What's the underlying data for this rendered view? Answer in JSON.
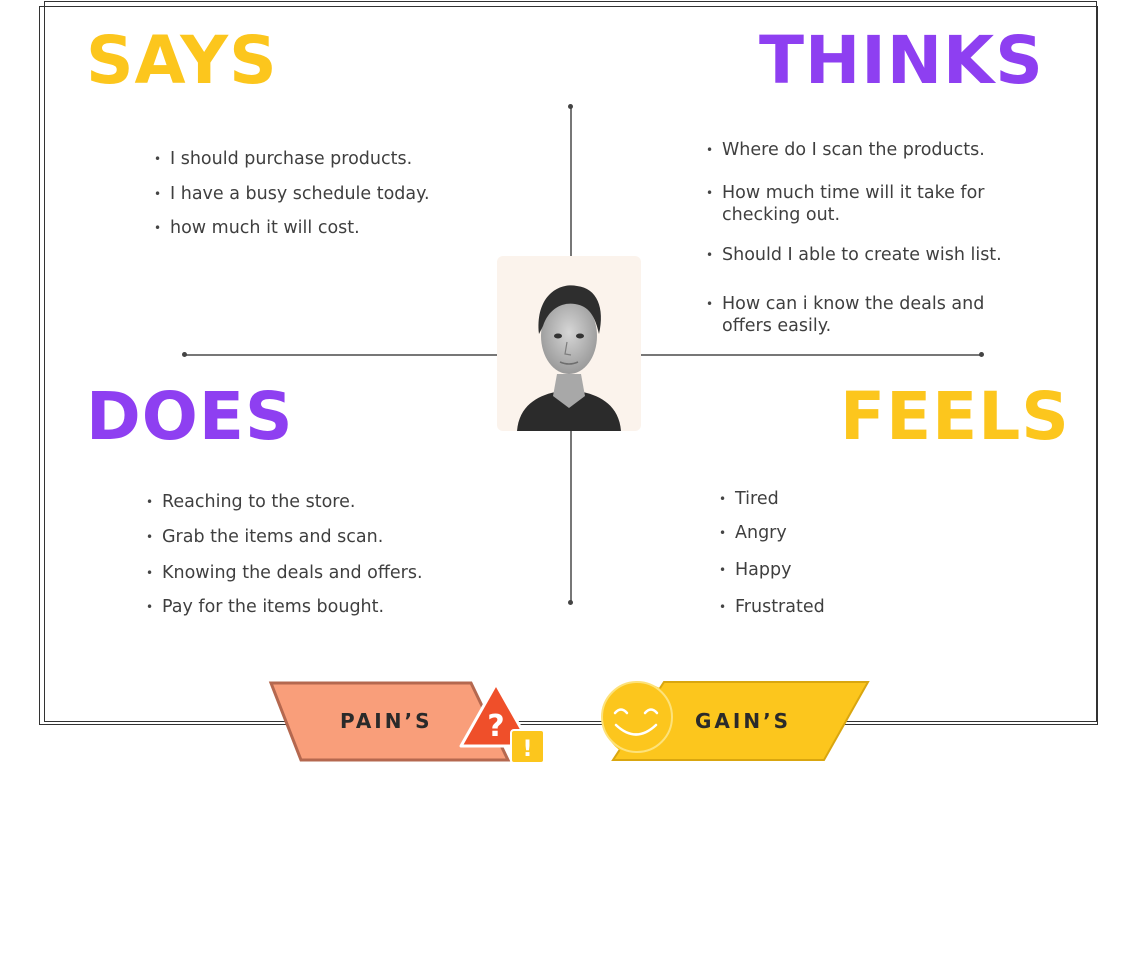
{
  "quadrants": {
    "says": {
      "title": "SAYS",
      "items": [
        "I should purchase products.",
        "I have a busy schedule today.",
        "how much it will cost."
      ]
    },
    "thinks": {
      "title": "THINKS",
      "items": [
        "Where do I scan the products.",
        "How much time will it take for checking out.",
        "Should I able to create wish list.",
        "How can i know the deals and offers easily."
      ]
    },
    "does": {
      "title": "DOES",
      "items": [
        "Reaching to the store.",
        "Grab the items and scan.",
        "Knowing the deals and offers.",
        "Pay for the items bought."
      ]
    },
    "feels": {
      "title": "FEELS",
      "items": [
        "Tired",
        "Angry",
        "Happy",
        "Frustrated"
      ]
    }
  },
  "tags": {
    "pains": "PAIN’S",
    "gains": "GAIN’S"
  },
  "colors": {
    "yellow": "#fcc61d",
    "purple": "#8e3ff1",
    "pain_fill": "#f99e7a",
    "warning_red": "#ef4f2a",
    "warning_yellow": "#fcc61d"
  },
  "icons": {
    "portrait": "persona-photo",
    "pain_icon": "warning-question-icon",
    "alert_icon": "exclamation-icon",
    "gain_icon": "smiley-face-icon"
  }
}
